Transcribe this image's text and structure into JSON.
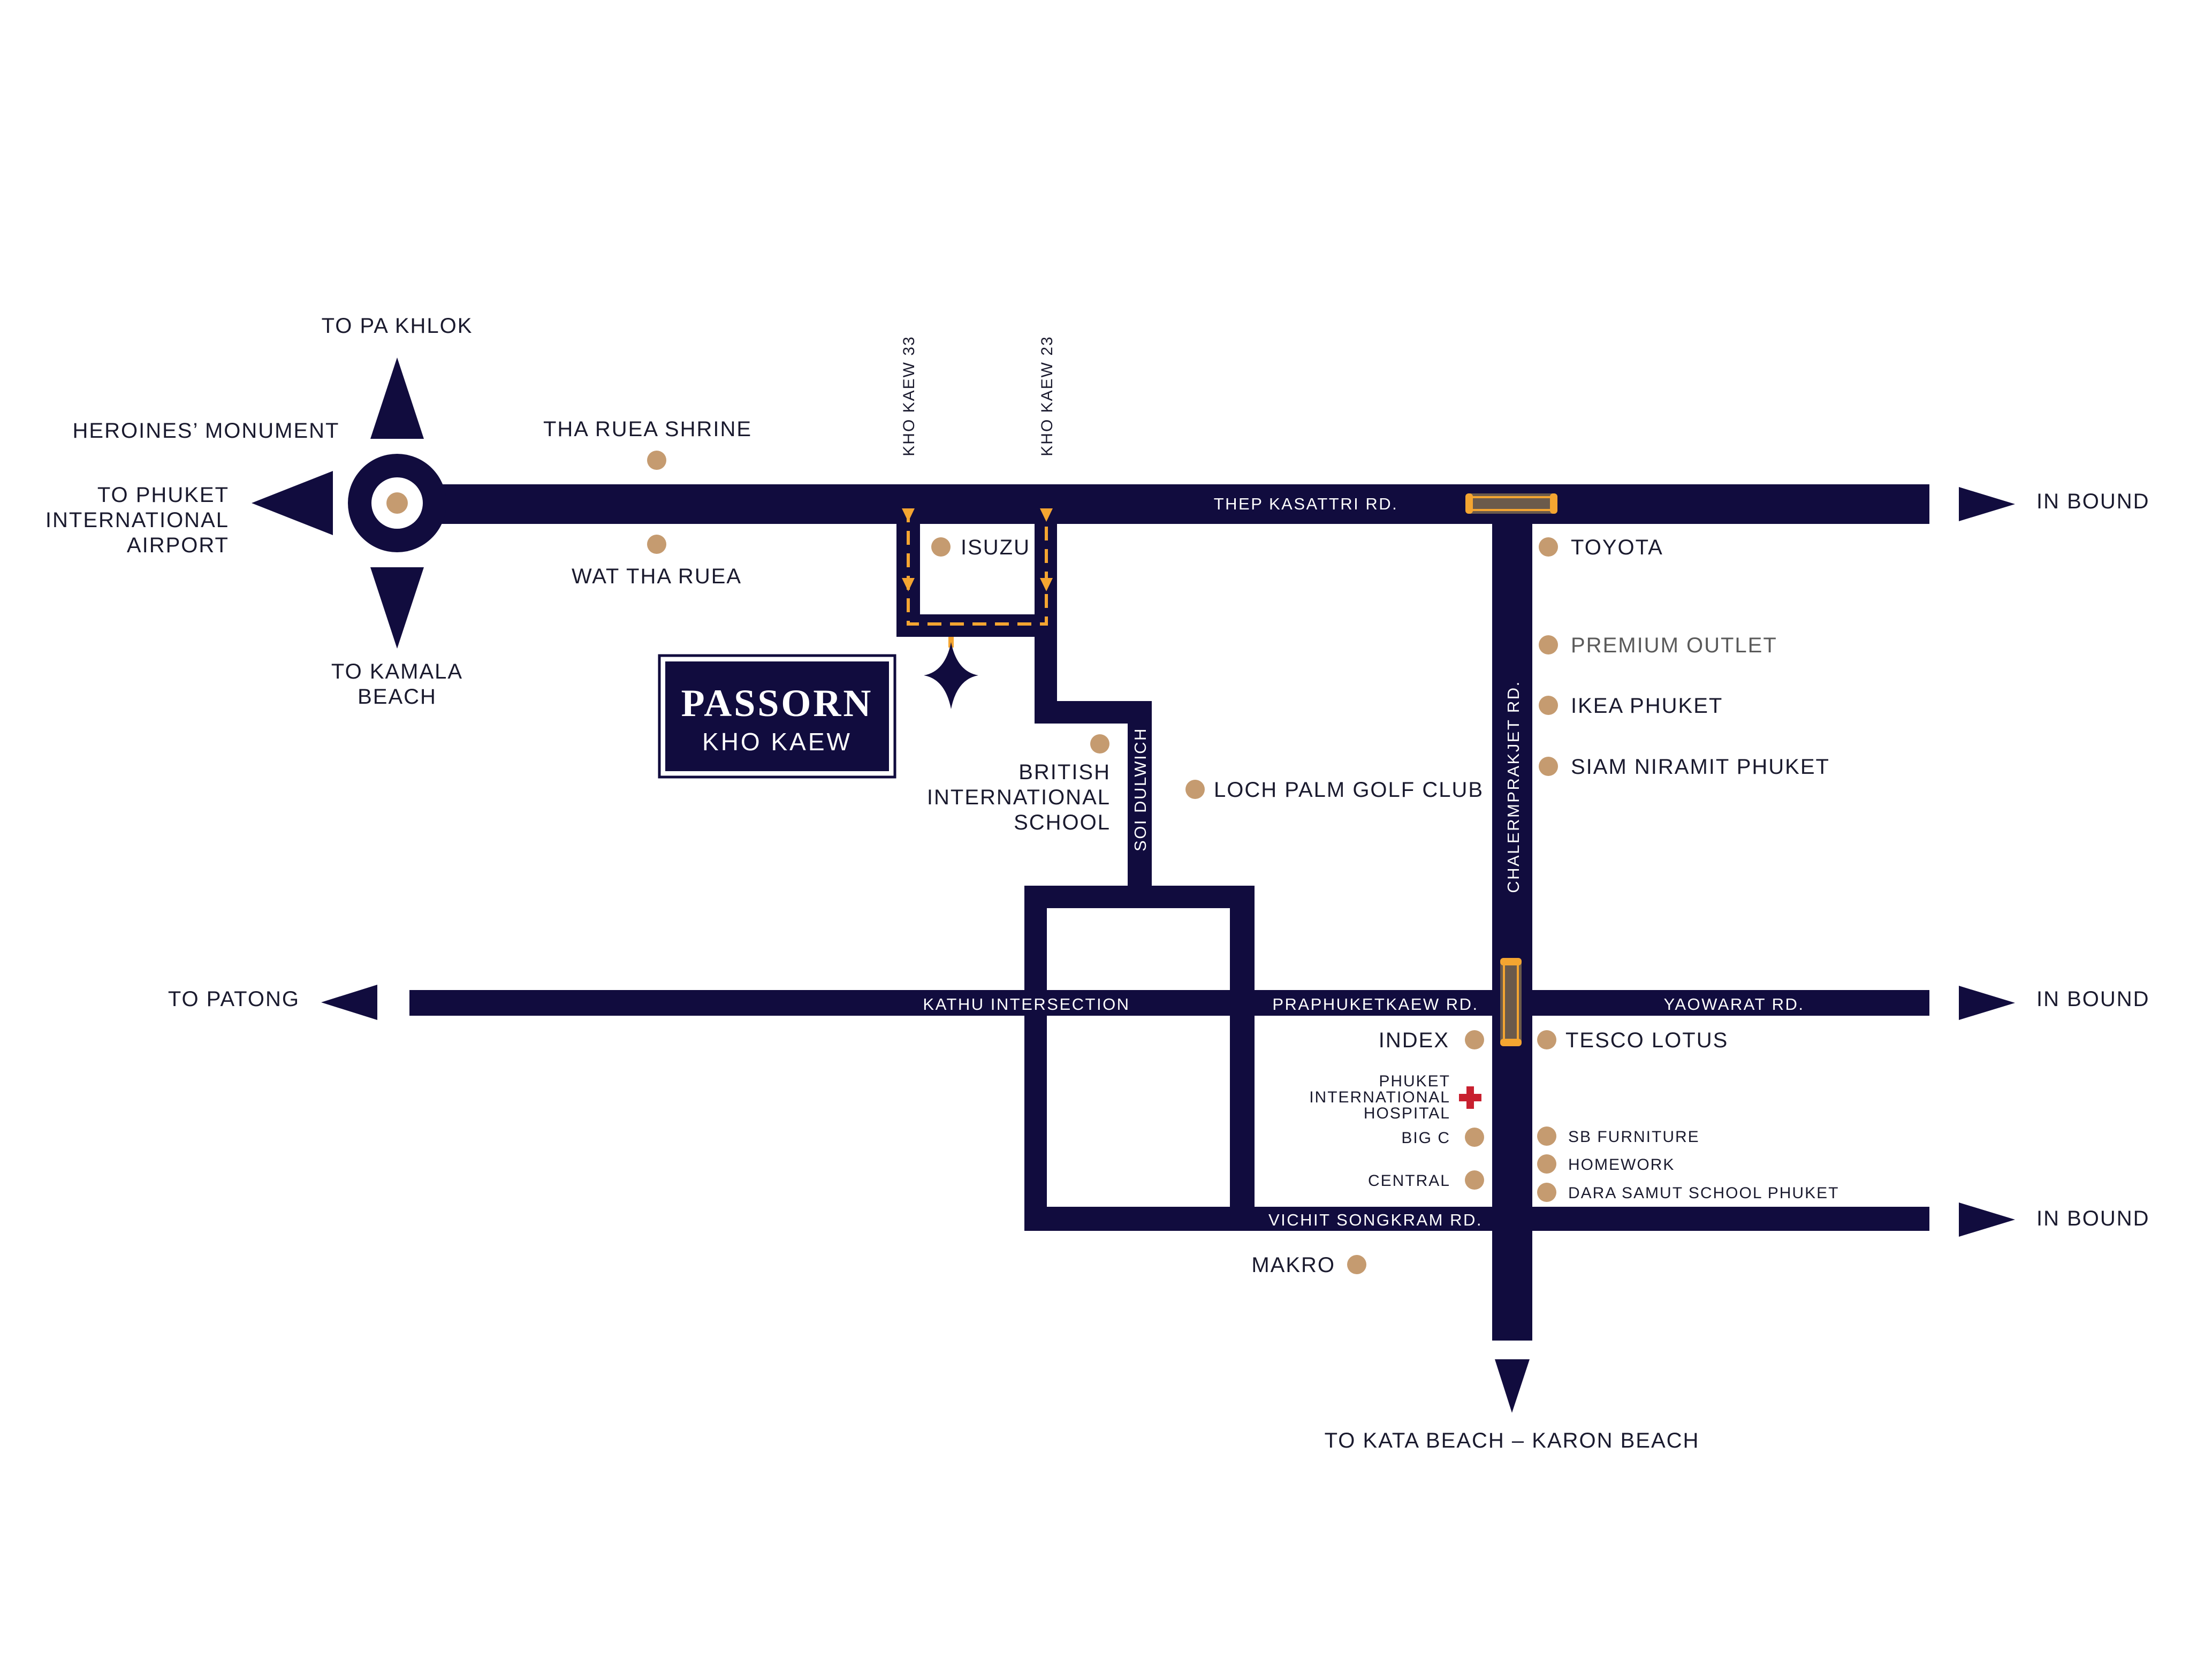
{
  "colors": {
    "road": "#110c3e",
    "poi": "#c59b70",
    "route": "#f4a531",
    "hospital": "#c8202f",
    "text": "#1a1a2e"
  },
  "brand": {
    "name": "PASSORN",
    "sub": "KHO KAEW"
  },
  "directions": {
    "pa_khlok": "TO PA KHLOK",
    "heroines_monument": "HEROINES’ MONUMENT",
    "airport_1": "TO PHUKET",
    "airport_2": "INTERNATIONAL",
    "airport_3": "AIRPORT",
    "kamala_1": "TO KAMALA",
    "kamala_2": "BEACH",
    "patong": "TO PATONG",
    "inbound_1": "IN BOUND",
    "inbound_2": "IN BOUND",
    "inbound_3": "IN BOUND",
    "kata_karon": "TO KATA BEACH – KARON BEACH"
  },
  "roads": {
    "thep_kasattri": "THEP KASATTRI RD.",
    "kho_kaew_33": "KHO KAEW 33",
    "kho_kaew_23": "KHO KAEW 23",
    "soi_dulwich": "SOI DULWICH",
    "chalermprakjet": "CHALERMPRAKJET RD.",
    "kathu_intersection": "KATHU INTERSECTION",
    "praphuketkaew": "PRAPHUKETKAEW RD.",
    "yaowarat": "YAOWARAT RD.",
    "vichit_songkram": "VICHIT SONGKRAM RD."
  },
  "pois": {
    "tha_ruea_shrine": "THA RUEA SHRINE",
    "wat_tha_ruea": "WAT THA RUEA",
    "isuzu": "ISUZU",
    "toyota": "TOYOTA",
    "premium_outlet": "PREMIUM OUTLET",
    "ikea": "IKEA PHUKET",
    "siam_niramit": "SIAM NIRAMIT PHUKET",
    "british_1": "BRITISH",
    "british_2": "INTERNATIONAL",
    "british_3": "SCHOOL",
    "loch_palm": "LOCH PALM GOLF CLUB",
    "index": "INDEX",
    "tesco": "TESCO LOTUS",
    "hospital_1": "PHUKET",
    "hospital_2": "INTERNATIONAL",
    "hospital_3": "HOSPITAL",
    "big_c": "BIG C",
    "central": "CENTRAL",
    "sb_furniture": "SB FURNITURE",
    "homework": "HOMEWORK",
    "dara_samut": "DARA SAMUT SCHOOL PHUKET",
    "makro": "MAKRO"
  }
}
